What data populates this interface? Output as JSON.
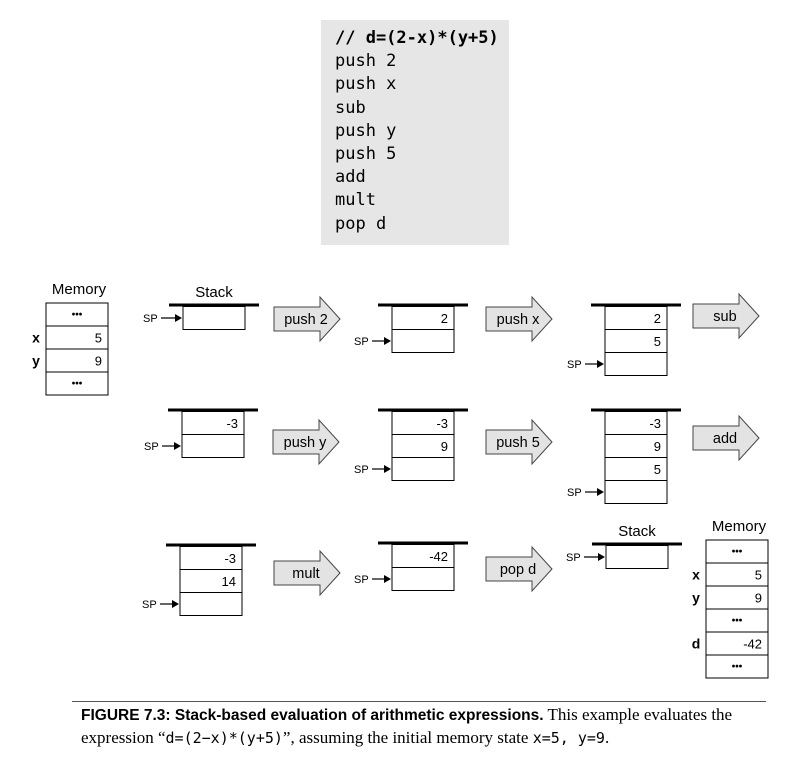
{
  "code": {
    "comment": "// d=(2-x)*(y+5)",
    "lines": [
      "push 2",
      "push x",
      "sub",
      "push y",
      "push 5",
      "add",
      "mult",
      "pop d"
    ]
  },
  "labels": {
    "memory": "Memory",
    "stack": "Stack",
    "sp": "SP",
    "ellipsis": "•••"
  },
  "memory_initial": [
    {
      "name": "",
      "value": "•••"
    },
    {
      "name": "x",
      "value": "5"
    },
    {
      "name": "y",
      "value": "9"
    },
    {
      "name": "",
      "value": "•••"
    }
  ],
  "memory_final": [
    {
      "name": "",
      "value": "•••"
    },
    {
      "name": "x",
      "value": "5"
    },
    {
      "name": "y",
      "value": "9"
    },
    {
      "name": "",
      "value": "•••"
    },
    {
      "name": "d",
      "value": "-42"
    },
    {
      "name": "",
      "value": "•••"
    }
  ],
  "stack_states": [
    [],
    [
      "2"
    ],
    [
      "2",
      "5"
    ],
    [
      "-3"
    ],
    [
      "-3",
      "9"
    ],
    [
      "-3",
      "9",
      "5"
    ],
    [
      "-3",
      "14"
    ],
    [
      "-42"
    ],
    []
  ],
  "operations": [
    "push 2",
    "push x",
    "sub",
    "push y",
    "push 5",
    "add",
    "mult",
    "pop d"
  ],
  "caption": {
    "lead": "FIGURE 7.3: Stack-based evaluation of arithmetic expressions.",
    "text1": " This example evaluates the expression “",
    "expr": "d=(2−x)*(y+5)",
    "text2": "”, assuming the initial memory state ",
    "state": "x=5, y=9",
    "text3": "."
  }
}
